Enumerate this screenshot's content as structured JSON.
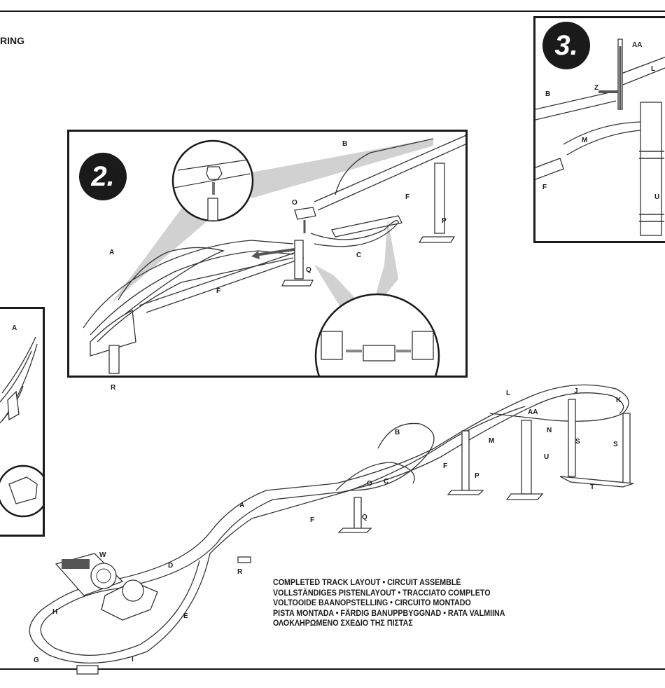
{
  "header": {
    "partial_heading": "RING"
  },
  "steps": {
    "step2": {
      "badge": "2."
    },
    "step3": {
      "badge": "3."
    }
  },
  "part_labels": {
    "step2": {
      "A": "A",
      "B": "B",
      "C": "C",
      "F1": "F",
      "F2": "F",
      "O": "O",
      "P": "P",
      "Q": "Q",
      "R": "R"
    },
    "step3": {
      "AA": "AA",
      "L": "L",
      "B": "B",
      "Z": "Z",
      "M": "M",
      "F": "F",
      "U": "U"
    },
    "left_panel": {
      "A": "A"
    },
    "layout": {
      "A": "A",
      "B": "B",
      "C": "C",
      "D": "D",
      "E": "E",
      "F1": "F",
      "F2": "F",
      "G": "G",
      "H": "H",
      "I": "I",
      "J": "J",
      "K": "K",
      "L": "L",
      "M": "M",
      "N": "N",
      "O": "O",
      "P": "P",
      "Q": "Q",
      "R": "R",
      "S1": "S",
      "S2": "S",
      "T": "T",
      "U": "U",
      "W": "W",
      "AA": "AA"
    }
  },
  "caption": {
    "line1": "COMPLETED TRACK LAYOUT • CIRCUIT ASSEMBLÉ",
    "line2": "VOLLSTÄNDIGES PISTENLAYOUT • TRACCIATO COMPLETO",
    "line3": "VOLTOOIDE BAANOPSTELLING • CIRCUITO MONTADO",
    "line4": "PISTA MONTADA • FÄRDIG BANUPPBYGGNAD • RATA VALMIINA",
    "line5": "ΟΛΟΚΛΗΡΩΜΕΝΟ ΣΧΕΔΙΟ ΤΗΣ ΠΙΣΤΑΣ"
  },
  "icons": [
    "arrow-icon",
    "connector-icon",
    "support-pillar-icon",
    "lap-counter-icon"
  ]
}
